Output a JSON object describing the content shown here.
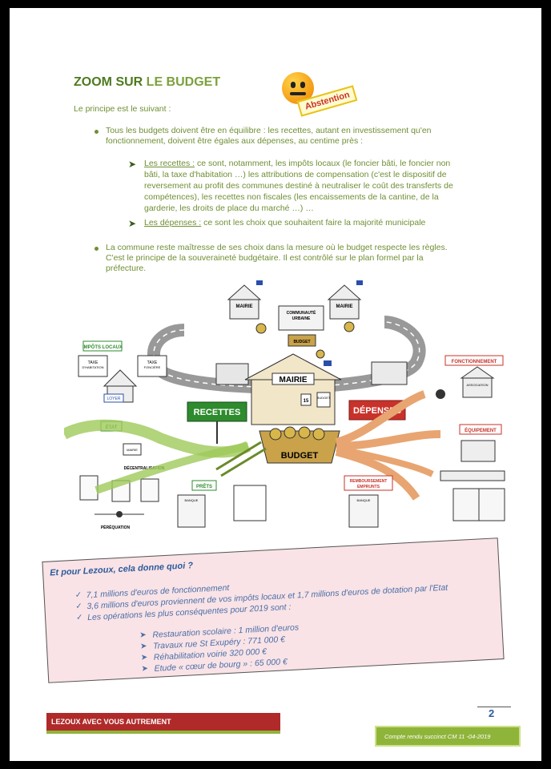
{
  "header": {
    "title_part1": "ZOOM SUR",
    "title_part2": " LE BUDGET",
    "stamp_label": "Abstention"
  },
  "intro": "Le principe est le suivant :",
  "bullet1": {
    "line1": "Tous les budgets doivent être en équilibre : les recettes, autant en investissement qu'en",
    "line2": "fonctionnement, doivent être égales aux dépenses, au centime près :"
  },
  "recettes": {
    "label": "Les recettes :",
    "line1": " ce sont, notamment, les impôts locaux (le foncier bâti, le foncier non",
    "line2": "bâti, la taxe d'habitation …) les attributions de compensation (c'est le dispositif de",
    "line3": "reversement au profit des communes destiné à neutraliser le coût des transferts de",
    "line4": "compétences), les recettes non fiscales (les encaissements de la cantine, de la",
    "line5": "garderie, les droits de place du marché …) …"
  },
  "depenses": {
    "label": "Les dépenses :",
    "text": " ce sont les choix que souhaitent faire la majorité municipale"
  },
  "bullet2": {
    "line1": "La commune reste maîtresse de ses choix dans la mesure où le budget respecte les règles.",
    "line2": "C'est le principe de la souveraineté budgétaire.  Il est contrôlé sur le plan formel par la",
    "line3": "préfecture."
  },
  "illustration": {
    "mairie_left": "MAIRIE",
    "mairie_right": "MAIRIE",
    "communaute_1": "COMMUNAUTÉ",
    "communaute_2": "URBAINE",
    "budget_small": "BUDGET",
    "impots": "IMPÔTS LOCAUX",
    "taxe1": "TAXE",
    "taxe1b": "D'HABITATION",
    "taxe2": "TAXE",
    "taxe2b": "FONCIÈRE",
    "loyer": "LOYER",
    "etat": "ÉTAT",
    "mairie_mini": "MAIRIE",
    "decentralisation": "DÉCENTRALISATION",
    "perequation": "PÉRÉQUATION",
    "recettes": "RECETTES",
    "mairie_center": "MAIRIE",
    "budget_mini": "BUDGET",
    "budget_center": "BUDGET",
    "depenses": "DÉPENSES",
    "fonctionnement": "FONCTIONNEMENT",
    "association": "ASSOCIATION",
    "equipement": "ÉQUIPEMENT",
    "prets": "PRÊTS",
    "banque_left": "BANQUE",
    "remboursement_1": "REMBOURSEMENT",
    "remboursement_2": "EMPRUNTS",
    "banque_right": "BANQUE",
    "number": "15"
  },
  "lezoux": {
    "heading": "Et pour Lezoux, cela donne quoi ?",
    "items": [
      "7,1 millions d'euros de fonctionnement",
      "3,6 millions d'euros proviennent de vos impôts locaux et 1,7 millions d'euros de dotation par l'Etat",
      "Les opérations les plus conséquentes pour 2019 sont :"
    ],
    "operations": [
      "Restauration scolaire : 1 million d'euros",
      "Travaux rue St Exupéry : 771 000 €",
      "Réhabilitation voirie 320 000 €",
      "Etude « cœur de bourg » : 65 000 €"
    ]
  },
  "footer": {
    "left": "LEZOUX AVEC VOUS AUTREMENT",
    "page": "2",
    "right": "Compte rendu succinct CM  11 -04-2019"
  },
  "colors": {
    "title_green": "#4e7a1e",
    "text_green": "#6f8f34",
    "recettes_green": "#2e8b2e",
    "depenses_red": "#c8322a",
    "box_pink": "#f9e3e6",
    "footer_red": "#b02a2a",
    "footer_green": "#8fb43a"
  }
}
